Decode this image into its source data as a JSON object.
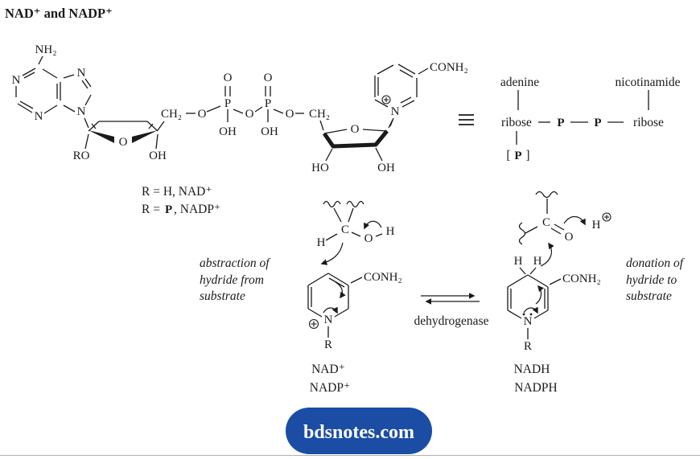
{
  "title": "NAD⁺ and NADP⁺",
  "colors": {
    "ink": "#1a1a1a",
    "badge_bg": "#1b4da5",
    "badge_text": "#ffffff",
    "rule": "#b0b0b0"
  },
  "atoms": {
    "nh2": "NH₂",
    "n": "N",
    "o": "O",
    "oh": "OH",
    "ho": "HO",
    "ro": "RO",
    "ch2": "CH₂",
    "p": "P",
    "conh2": "CONH₂",
    "c": "C",
    "h": "H",
    "r": "R"
  },
  "icons": {
    "plus_charge": "circled-plus",
    "equivalence": "triple-bar",
    "lone_pair": "two-dots"
  },
  "legend": {
    "line1": "R = H, NAD⁺",
    "line2_prefix": "R =",
    "line2_bold_p": "P",
    "line2_suffix": ", NADP⁺"
  },
  "schematic": {
    "adenine": "adenine",
    "nicotinamide": "nicotinamide",
    "ribose_left": "ribose",
    "ribose_right": "ribose",
    "p1": "P",
    "p2": "P",
    "p3": "P",
    "bracket_open": "[",
    "bracket_close": "]"
  },
  "reaction": {
    "abstraction_note": [
      "abstraction of",
      "hydride from",
      "substrate"
    ],
    "donation_note": [
      "donation of",
      "hydride to",
      "substrate"
    ],
    "enzyme": "dehydrogenase",
    "h_plus": "H",
    "oxidized_names": [
      "NAD⁺",
      "NADP⁺"
    ],
    "reduced_names": [
      "NADH",
      "NADPH"
    ]
  },
  "footer": {
    "badge_text": "bdsnotes.com"
  }
}
